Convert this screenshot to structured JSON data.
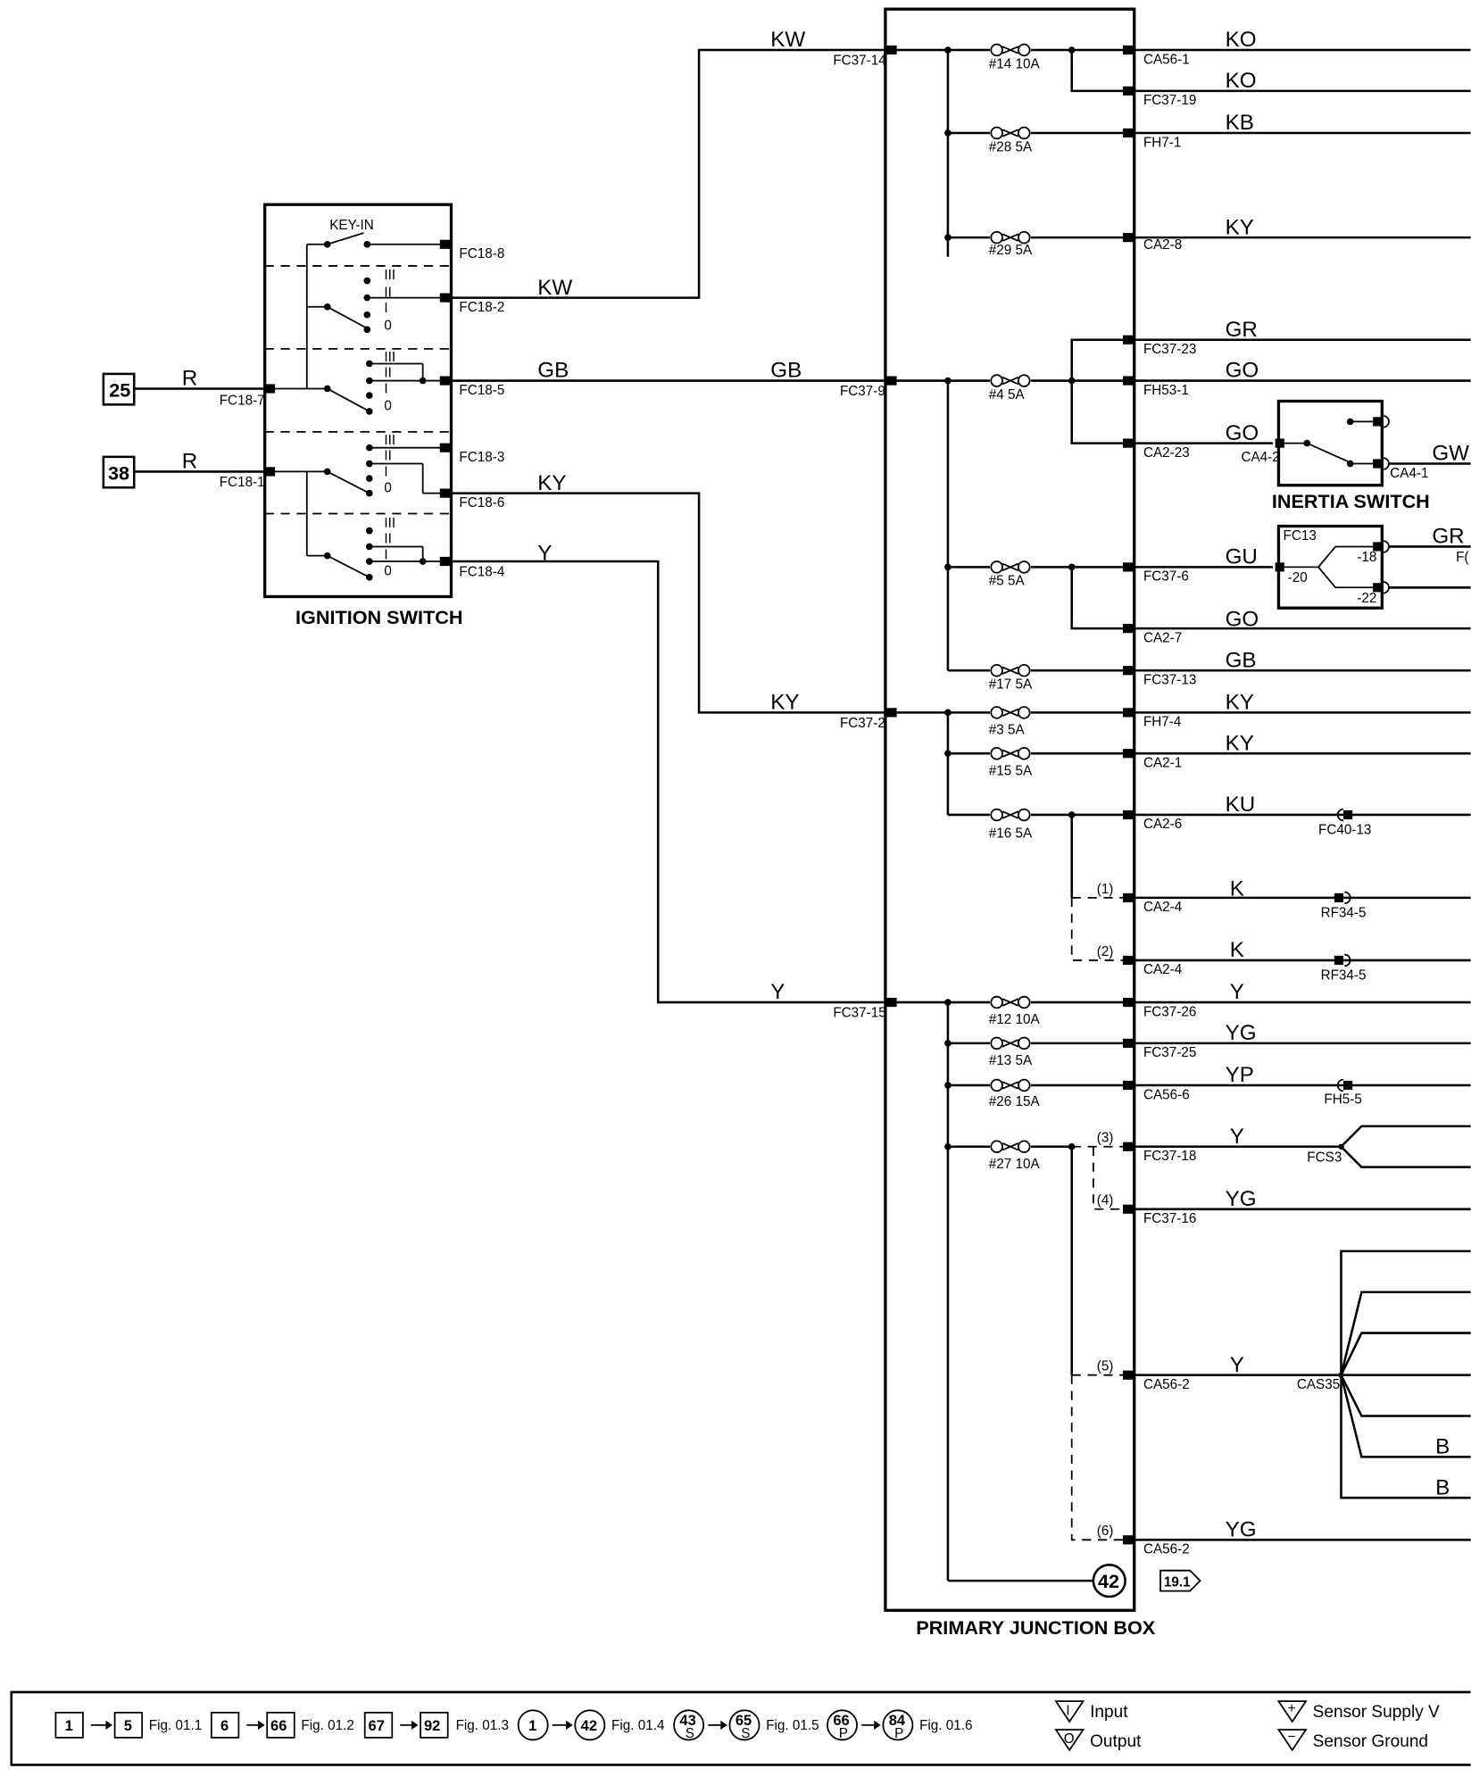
{
  "components": {
    "ignition_switch": {
      "title": "IGNITION SWITCH",
      "key_in_label": "KEY-IN",
      "positions": [
        "III",
        "II",
        "I",
        "0"
      ],
      "connectors": [
        "FC18-8",
        "FC18-2",
        "FC18-5",
        "FC18-3",
        "FC18-6",
        "FC18-4",
        "FC18-7",
        "FC18-1"
      ]
    },
    "primary_junction_box": {
      "title": "PRIMARY JUNCTION BOX",
      "inputs": [
        "FC37-14",
        "FC37-9",
        "FC37-2",
        "FC37-15"
      ],
      "fuses": [
        "#14 10A",
        "#28 5A",
        "#29 5A",
        "#4 5A",
        "#5 5A",
        "#17 5A",
        "#3 5A",
        "#15 5A",
        "#16 5A",
        "#12 10A",
        "#13 5A",
        "#26 15A",
        "#27 10A"
      ],
      "outputs": [
        "CA56-1",
        "FC37-19",
        "FH7-1",
        "CA2-8",
        "FC37-23",
        "FH53-1",
        "CA2-23",
        "FC37-6",
        "CA2-7",
        "FC37-13",
        "FH7-4",
        "CA2-1",
        "CA2-6",
        "CA2-4",
        "CA2-4",
        "FC37-26",
        "FC37-25",
        "CA56-6",
        "FC37-18",
        "FC37-16",
        "CA56-2",
        "CA56-2"
      ],
      "variants": [
        "(1)",
        "(2)",
        "(3)",
        "(4)",
        "(5)",
        "(6)"
      ],
      "ground_ref": "42",
      "page_ref": "19.1"
    },
    "inertia_switch": {
      "title": "INERTIA SWITCH",
      "connectors": [
        "CA4-2",
        "CA4-1"
      ]
    },
    "fc13": {
      "title": "FC13",
      "pins": [
        "-20",
        "-18",
        "-22"
      ]
    },
    "offsheet": {
      "fc40": "FC40-13",
      "rf34a": "RF34-5",
      "rf34b": "RF34-5",
      "fh5": "FH5-5",
      "fcs3": "FCS3",
      "cas35": "CAS35",
      "fc_cut": "F("
    }
  },
  "references": [
    {
      "number": "25",
      "wire": "R"
    },
    {
      "number": "38",
      "wire": "R"
    }
  ],
  "wires": {
    "ign_top": "KW",
    "ign_mid": "GB",
    "ign_ky": "KY",
    "ign_y": "Y",
    "jb_kw": "KW",
    "jb_gb": "GB",
    "jb_ky": "KY",
    "jb_y": "Y",
    "out_ko1": "KO",
    "out_ko2": "KO",
    "out_kb": "KB",
    "out_ky": "KY",
    "out_gr": "GR",
    "out_go1": "GO",
    "out_go2": "GO",
    "out_gw": "GW",
    "out_gu": "GU",
    "out_gr2": "GR",
    "out_go3": "GO",
    "out_gb": "GB",
    "out_ky2": "KY",
    "out_ky3": "KY",
    "out_ku": "KU",
    "out_k1": "K",
    "out_k2": "K",
    "out_y": "Y",
    "out_yg": "YG",
    "out_yp": "YP",
    "out_y2": "Y",
    "out_yg2": "YG",
    "out_y3": "Y",
    "out_b1": "B",
    "out_b2": "B",
    "out_yg3": "YG"
  },
  "legend": {
    "ranges": [
      {
        "from": "1",
        "to": "5",
        "fig": "Fig. 01.1",
        "style": "square"
      },
      {
        "from": "6",
        "to": "66",
        "fig": "Fig. 01.2",
        "style": "square"
      },
      {
        "from": "67",
        "to": "92",
        "fig": "Fig. 01.3",
        "style": "square"
      },
      {
        "from": "1",
        "to": "42",
        "fig": "Fig. 01.4",
        "style": "circle"
      },
      {
        "from": "43",
        "to": "65",
        "fig": "Fig. 01.5",
        "style": "circle-sub",
        "sub": "S"
      },
      {
        "from": "66",
        "to": "84",
        "fig": "Fig. 01.6",
        "style": "circle-sub",
        "sub": "P"
      }
    ],
    "symbols": {
      "input": "Input",
      "output": "Output",
      "sensor_supply": "Sensor Supply V",
      "sensor_ground": "Sensor Ground",
      "input_glyph": "I",
      "output_glyph": "O",
      "supply_glyph": "+",
      "ground_glyph": "−"
    }
  }
}
